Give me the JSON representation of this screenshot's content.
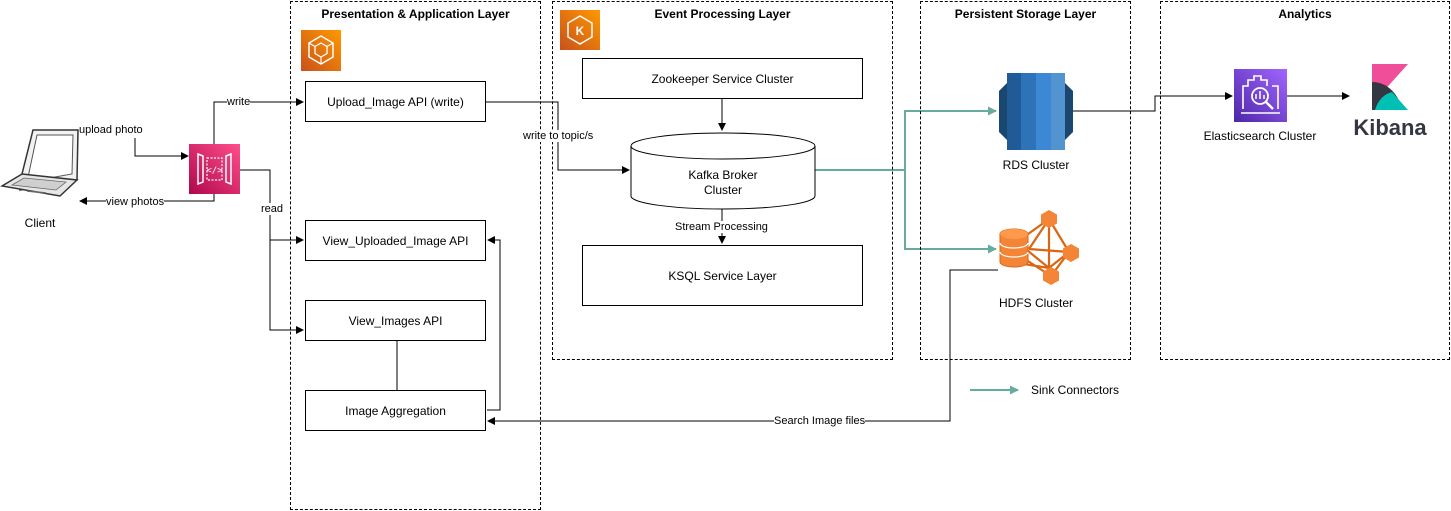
{
  "lanes": {
    "presentation": "Presentation & Application Layer",
    "event": "Event Processing Layer",
    "storage": "Persistent Storage Layer",
    "analytics": "Analytics"
  },
  "client": {
    "label": "Client"
  },
  "edges": {
    "upload_photo": "upload photo",
    "view_photos": "view photos",
    "write": "write",
    "read": "read",
    "write_to_topic": "write to topic/s",
    "stream_processing": "Stream Processing",
    "search_image_files": "Search Image files"
  },
  "apis": {
    "upload": "Upload_Image API (write)",
    "view_uploaded": "View_Uploaded_Image API",
    "view_images": "View_Images API",
    "aggregation": "Image Aggregation"
  },
  "event_layer": {
    "zookeeper": "Zookeeper Service Cluster",
    "kafka_line1": "Kafka Broker",
    "kafka_line2": "Cluster",
    "ksql": "KSQL Service Layer"
  },
  "storage": {
    "rds": "RDS Cluster",
    "hdfs": "HDFS Cluster"
  },
  "analytics": {
    "elasticsearch": "Elasticsearch Cluster",
    "kibana": "Kibana"
  },
  "legend": {
    "sink": "Sink Connectors"
  },
  "colors": {
    "sink_green": "#67AB9F",
    "gateway_pink": "#E7157B",
    "aws_orange": "#ED7100",
    "rds_blue": "#2E73B8",
    "elastic_purple": "#8C4FFF",
    "kibana_pink": "#F04E98",
    "kibana_teal": "#00BFB3"
  }
}
